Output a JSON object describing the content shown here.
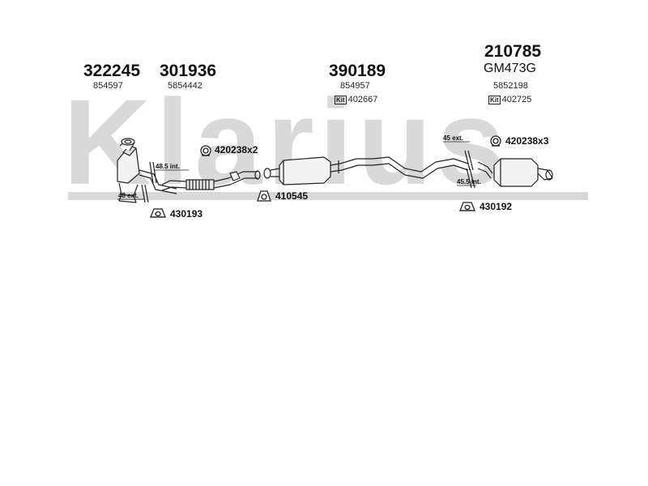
{
  "watermark": {
    "text": "Klarius"
  },
  "parts": {
    "p322245": {
      "number": "322245",
      "ref": "854597"
    },
    "p301936": {
      "number": "301936",
      "ref": "5854442"
    },
    "p390189": {
      "number": "390189",
      "ref": "854957",
      "kit_label": "Kit",
      "kit": "402667"
    },
    "p210785": {
      "number": "210785",
      "alt": "GM473G",
      "ref": "5852198",
      "kit_label": "Kit",
      "kit": "402725"
    }
  },
  "accessories": {
    "clamp_front": "420238x2",
    "clamp_rear": "420238x3",
    "gasket": "410545",
    "mount_front": "430193",
    "mount_rear": "430192"
  },
  "dimensions": {
    "d1": "48.5 int.",
    "d2": "48 ext.",
    "d3": "45 ext.",
    "d4": "45.5 int."
  },
  "icons": {
    "clamp": "clamp-icon",
    "gasket": "gasket-icon",
    "mount": "rubber-mount-icon"
  }
}
